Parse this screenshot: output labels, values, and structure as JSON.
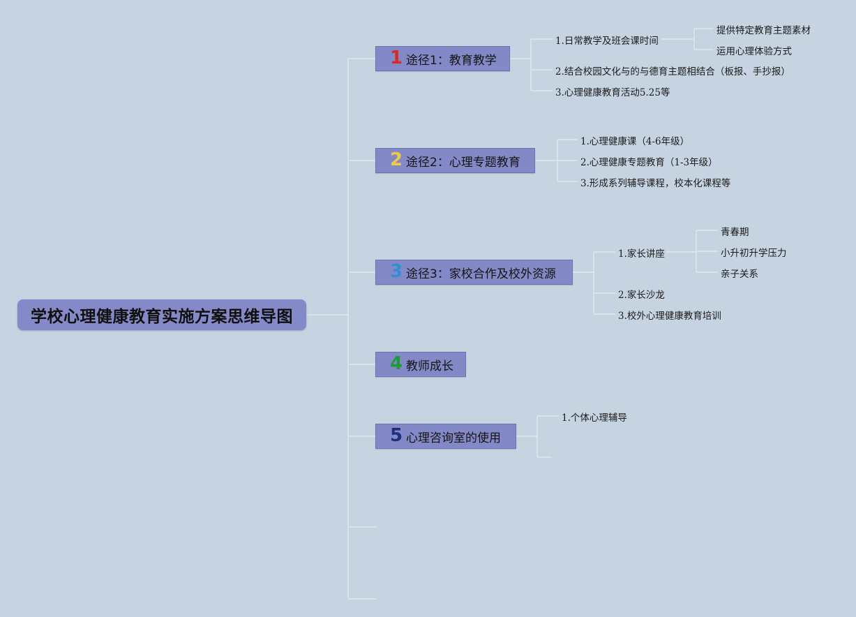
{
  "root": {
    "title": "学校心理健康教育实施方案思维导图"
  },
  "branches": [
    {
      "num": "1",
      "num_color": "#d62b2b",
      "label": "途径1：教育教学",
      "children": [
        {
          "label": "1.日常教学及班会课时间",
          "children": [
            {
              "label": "提供特定教育主题素材"
            },
            {
              "label": "运用心理体验方式"
            }
          ]
        },
        {
          "label": "2.结合校园文化与的与德育主题相结合（板报、手抄报）"
        },
        {
          "label": "3.心理健康教育活动5.25等"
        }
      ]
    },
    {
      "num": "2",
      "num_color": "#f0c94a",
      "label": "途径2：心理专题教育",
      "children": [
        {
          "label": "1.心理健康课（4-6年级）"
        },
        {
          "label": "2.心理健康专题教育（1-3年级）"
        },
        {
          "label": "3.形成系列辅导课程，校本化课程等"
        }
      ]
    },
    {
      "num": "3",
      "num_color": "#2f8fd6",
      "label": "途径3：家校合作及校外资源",
      "children": [
        {
          "label": "1.家长讲座",
          "children": [
            {
              "label": "青春期"
            },
            {
              "label": "小升初升学压力"
            },
            {
              "label": "亲子关系"
            }
          ]
        },
        {
          "label": "2.家长沙龙"
        },
        {
          "label": "3.校外心理健康教育培训"
        }
      ]
    },
    {
      "num": "4",
      "num_color": "#1f9a3a",
      "label": "教师成长",
      "children": []
    },
    {
      "num": "5",
      "num_color": "#1f2f7a",
      "label": "心理咨询室的使用",
      "children": [
        {
          "label": "1.个体心理辅导"
        }
      ]
    }
  ],
  "colors": {
    "background": "#c6d4e2",
    "node_fill": "#8389c6",
    "connector": "#e3e9f0"
  }
}
